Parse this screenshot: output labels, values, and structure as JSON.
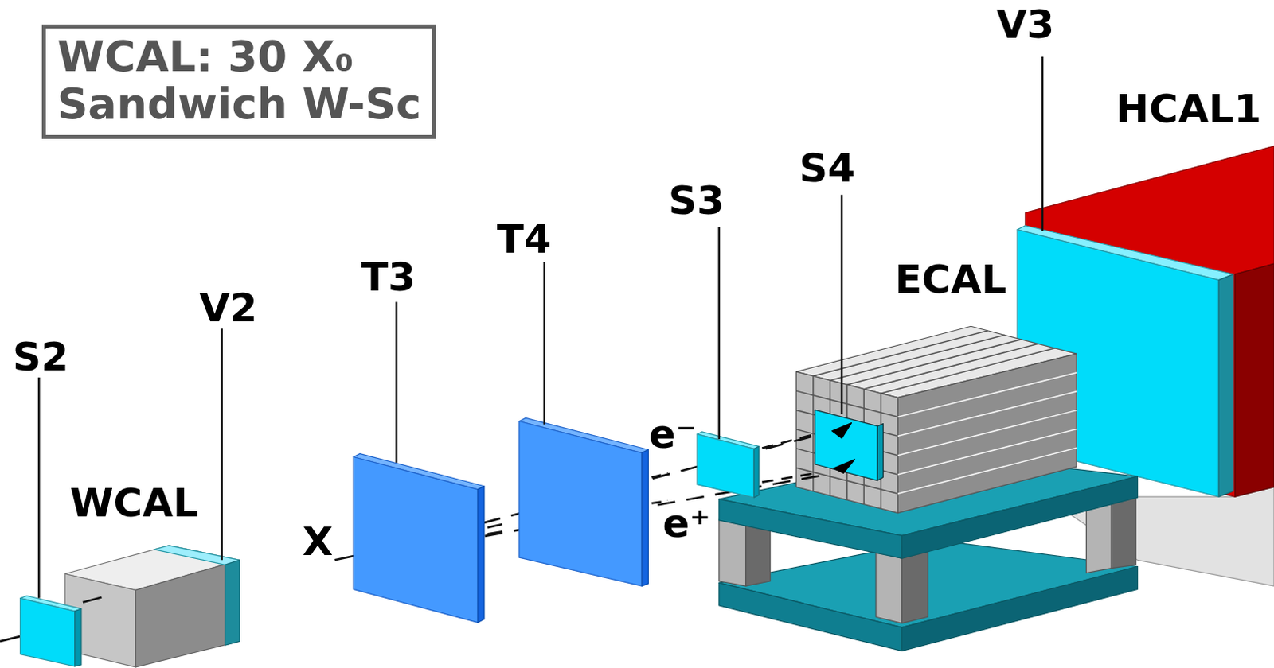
{
  "diagram": {
    "nodes": [
      {
        "text": [
          "WCAL: 30 X₀",
          "Sandwich W-Sc"
        ]
      }
    ],
    "labels": [
      "S2",
      "V2",
      "WCAL",
      "T3",
      "T4",
      "S3",
      "S4",
      "ECAL",
      "V3",
      "HCAL1",
      "X",
      "e⁻",
      "e⁺"
    ]
  }
}
